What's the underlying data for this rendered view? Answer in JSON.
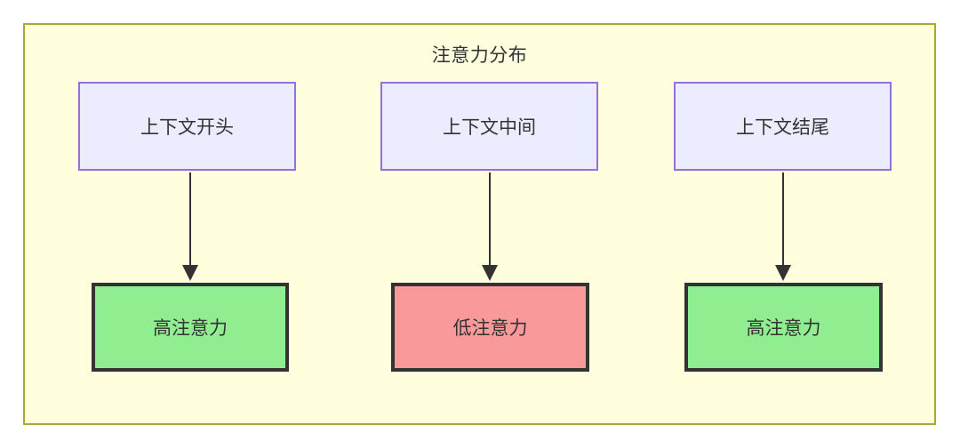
{
  "diagram": {
    "title": "注意力分布",
    "container": {
      "fill": "#ffffdd",
      "stroke": "#aaaa33"
    },
    "columns": [
      {
        "source": {
          "label": "上下文开头",
          "fill": "#ececff",
          "stroke": "#9370db"
        },
        "outcome": {
          "label": "高注意力",
          "fill": "#90ee90",
          "stroke": "#333333",
          "level": "high"
        },
        "edge": {
          "from": "上下文开头",
          "to": "高注意力",
          "arrow": "arrow-down-icon"
        }
      },
      {
        "source": {
          "label": "上下文中间",
          "fill": "#ececff",
          "stroke": "#9370db"
        },
        "outcome": {
          "label": "低注意力",
          "fill": "#fa9999",
          "stroke": "#333333",
          "level": "low"
        },
        "edge": {
          "from": "上下文中间",
          "to": "低注意力",
          "arrow": "arrow-down-icon"
        }
      },
      {
        "source": {
          "label": "上下文结尾",
          "fill": "#ececff",
          "stroke": "#9370db"
        },
        "outcome": {
          "label": "高注意力",
          "fill": "#90ee90",
          "stroke": "#333333",
          "level": "high"
        },
        "edge": {
          "from": "上下文结尾",
          "to": "高注意力",
          "arrow": "arrow-down-icon"
        }
      }
    ]
  }
}
